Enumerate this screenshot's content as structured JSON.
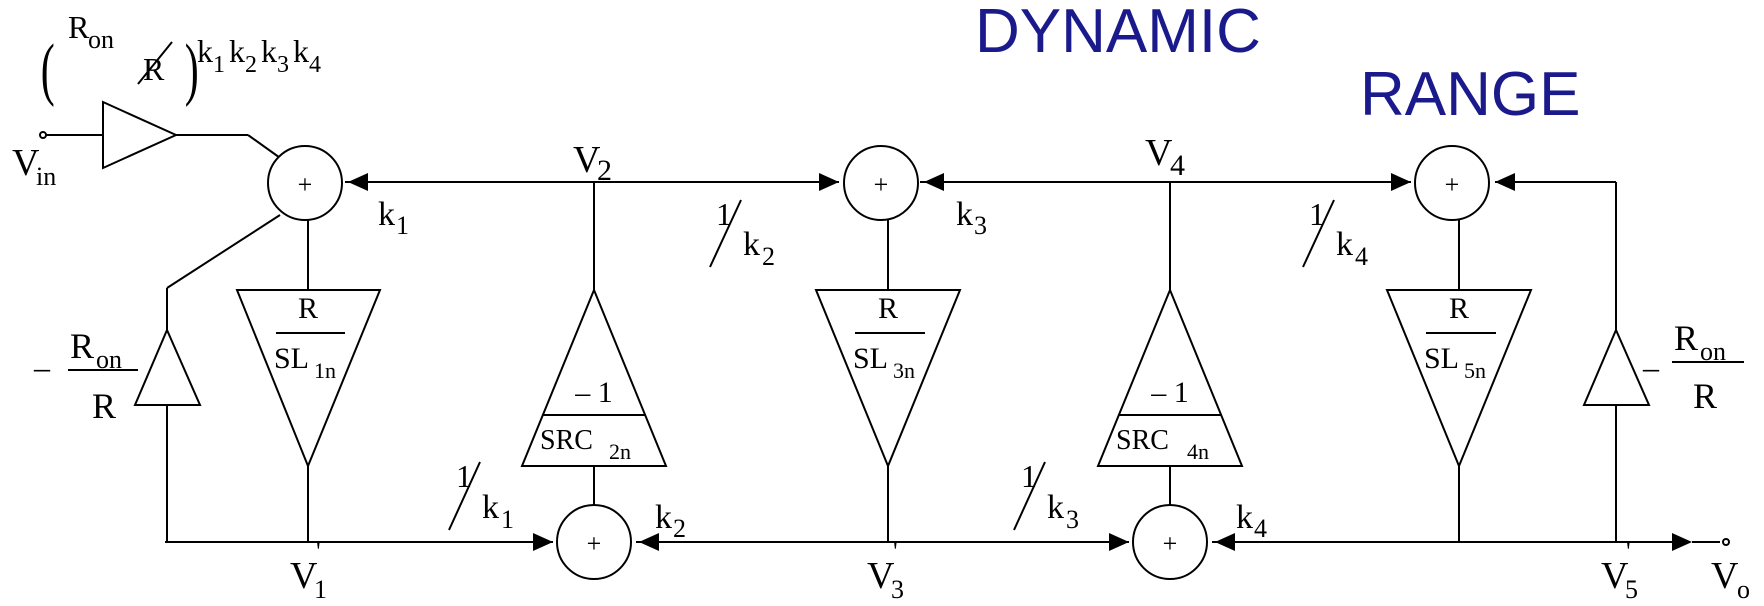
{
  "title": {
    "line1": "DYNAMIC",
    "line2": "RANGE",
    "color": "#1a1a8c"
  },
  "summers": {
    "top": [
      "+",
      "+",
      "+"
    ],
    "bottom": [
      "+",
      "+"
    ]
  },
  "nodes": {
    "vin_main": "V",
    "vin_sub": "in",
    "v2_main": "V",
    "v2_sub": "2",
    "v4_main": "V",
    "v4_sub": "4",
    "v1p_main": "V",
    "v1p_sub": "1",
    "v3p_main": "V",
    "v3p_sub": "3",
    "v5p_main": "V",
    "v5p_sub": "5",
    "prime": "'",
    "vo_main": "V",
    "vo_sub": "o"
  },
  "input_gain": {
    "open": "(",
    "num": "R",
    "num_sub": "on",
    "slash": "/",
    "den": "R",
    "close": ")",
    "k": [
      "k",
      "k",
      "k",
      "k"
    ],
    "k_subs": [
      "1",
      "2",
      "3",
      "4"
    ]
  },
  "gains": {
    "k1": "k",
    "k1_sub": "1",
    "k2": "k",
    "k2_sub": "2",
    "k3": "k",
    "k3_sub": "3",
    "k4": "k",
    "k4_sub": "4",
    "one": "1",
    "slash": "/"
  },
  "feedback": {
    "minus": "–",
    "num": "R",
    "num_sub": "on",
    "den": "R"
  },
  "blocks": {
    "sl1": {
      "top": "R",
      "main": "SL",
      "sub": "1n"
    },
    "sl3": {
      "top": "R",
      "main": "SL",
      "sub": "3n"
    },
    "sl5": {
      "top": "R",
      "main": "SL",
      "sub": "5n"
    },
    "src2": {
      "top": "– 1",
      "main": "SRC",
      "sub": "2n"
    },
    "src4": {
      "top": "– 1",
      "main": "SRC",
      "sub": "4n"
    }
  }
}
